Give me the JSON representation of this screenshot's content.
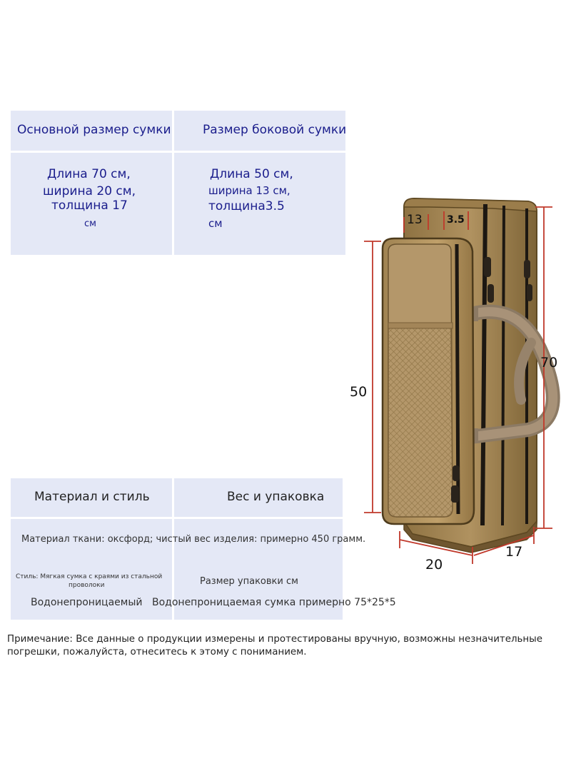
{
  "table1": {
    "header_main": "Основной размер сумки",
    "header_side": "Размер боковой сумки",
    "main_lines": [
      "Длина 70 см,",
      "ширина 20 см,",
      "толщина 17",
      "см"
    ],
    "side_lines": [
      "Длина 50 см,",
      "ширина 13 см,",
      "толщина3.5",
      "см"
    ]
  },
  "table2": {
    "header_material": "Материал и стиль",
    "header_weight": "Вес и упаковка",
    "row1": "Материал ткани: оксфорд; чистый вес изделия: примерно 450 грамм.",
    "style_line1": "Стиль: Мягкая сумка с краями из стальной",
    "style_line2": "проволоки",
    "package_size": "Размер упаковки см",
    "waterproof": "Водонепроницаемый",
    "package_value": "Водонепроницаемая сумка примерно 75*25*5"
  },
  "dimensions": {
    "side_width": "13",
    "side_thickness": "3.5",
    "side_length": "50",
    "main_length": "70",
    "main_width": "20",
    "main_thickness": "17"
  },
  "note": {
    "line1": "Примечание: Все данные о продукции измерены и протестированы вручную, возможны незначительные",
    "line2": "погрешки, пожалуйста, отнеситесь к этому с пониманием."
  },
  "colors": {
    "cell_bg": "#e4e8f6",
    "header_text": "#1a1d8c",
    "bag_khaki": "#a88a55",
    "dim_line": "#c0392b"
  }
}
